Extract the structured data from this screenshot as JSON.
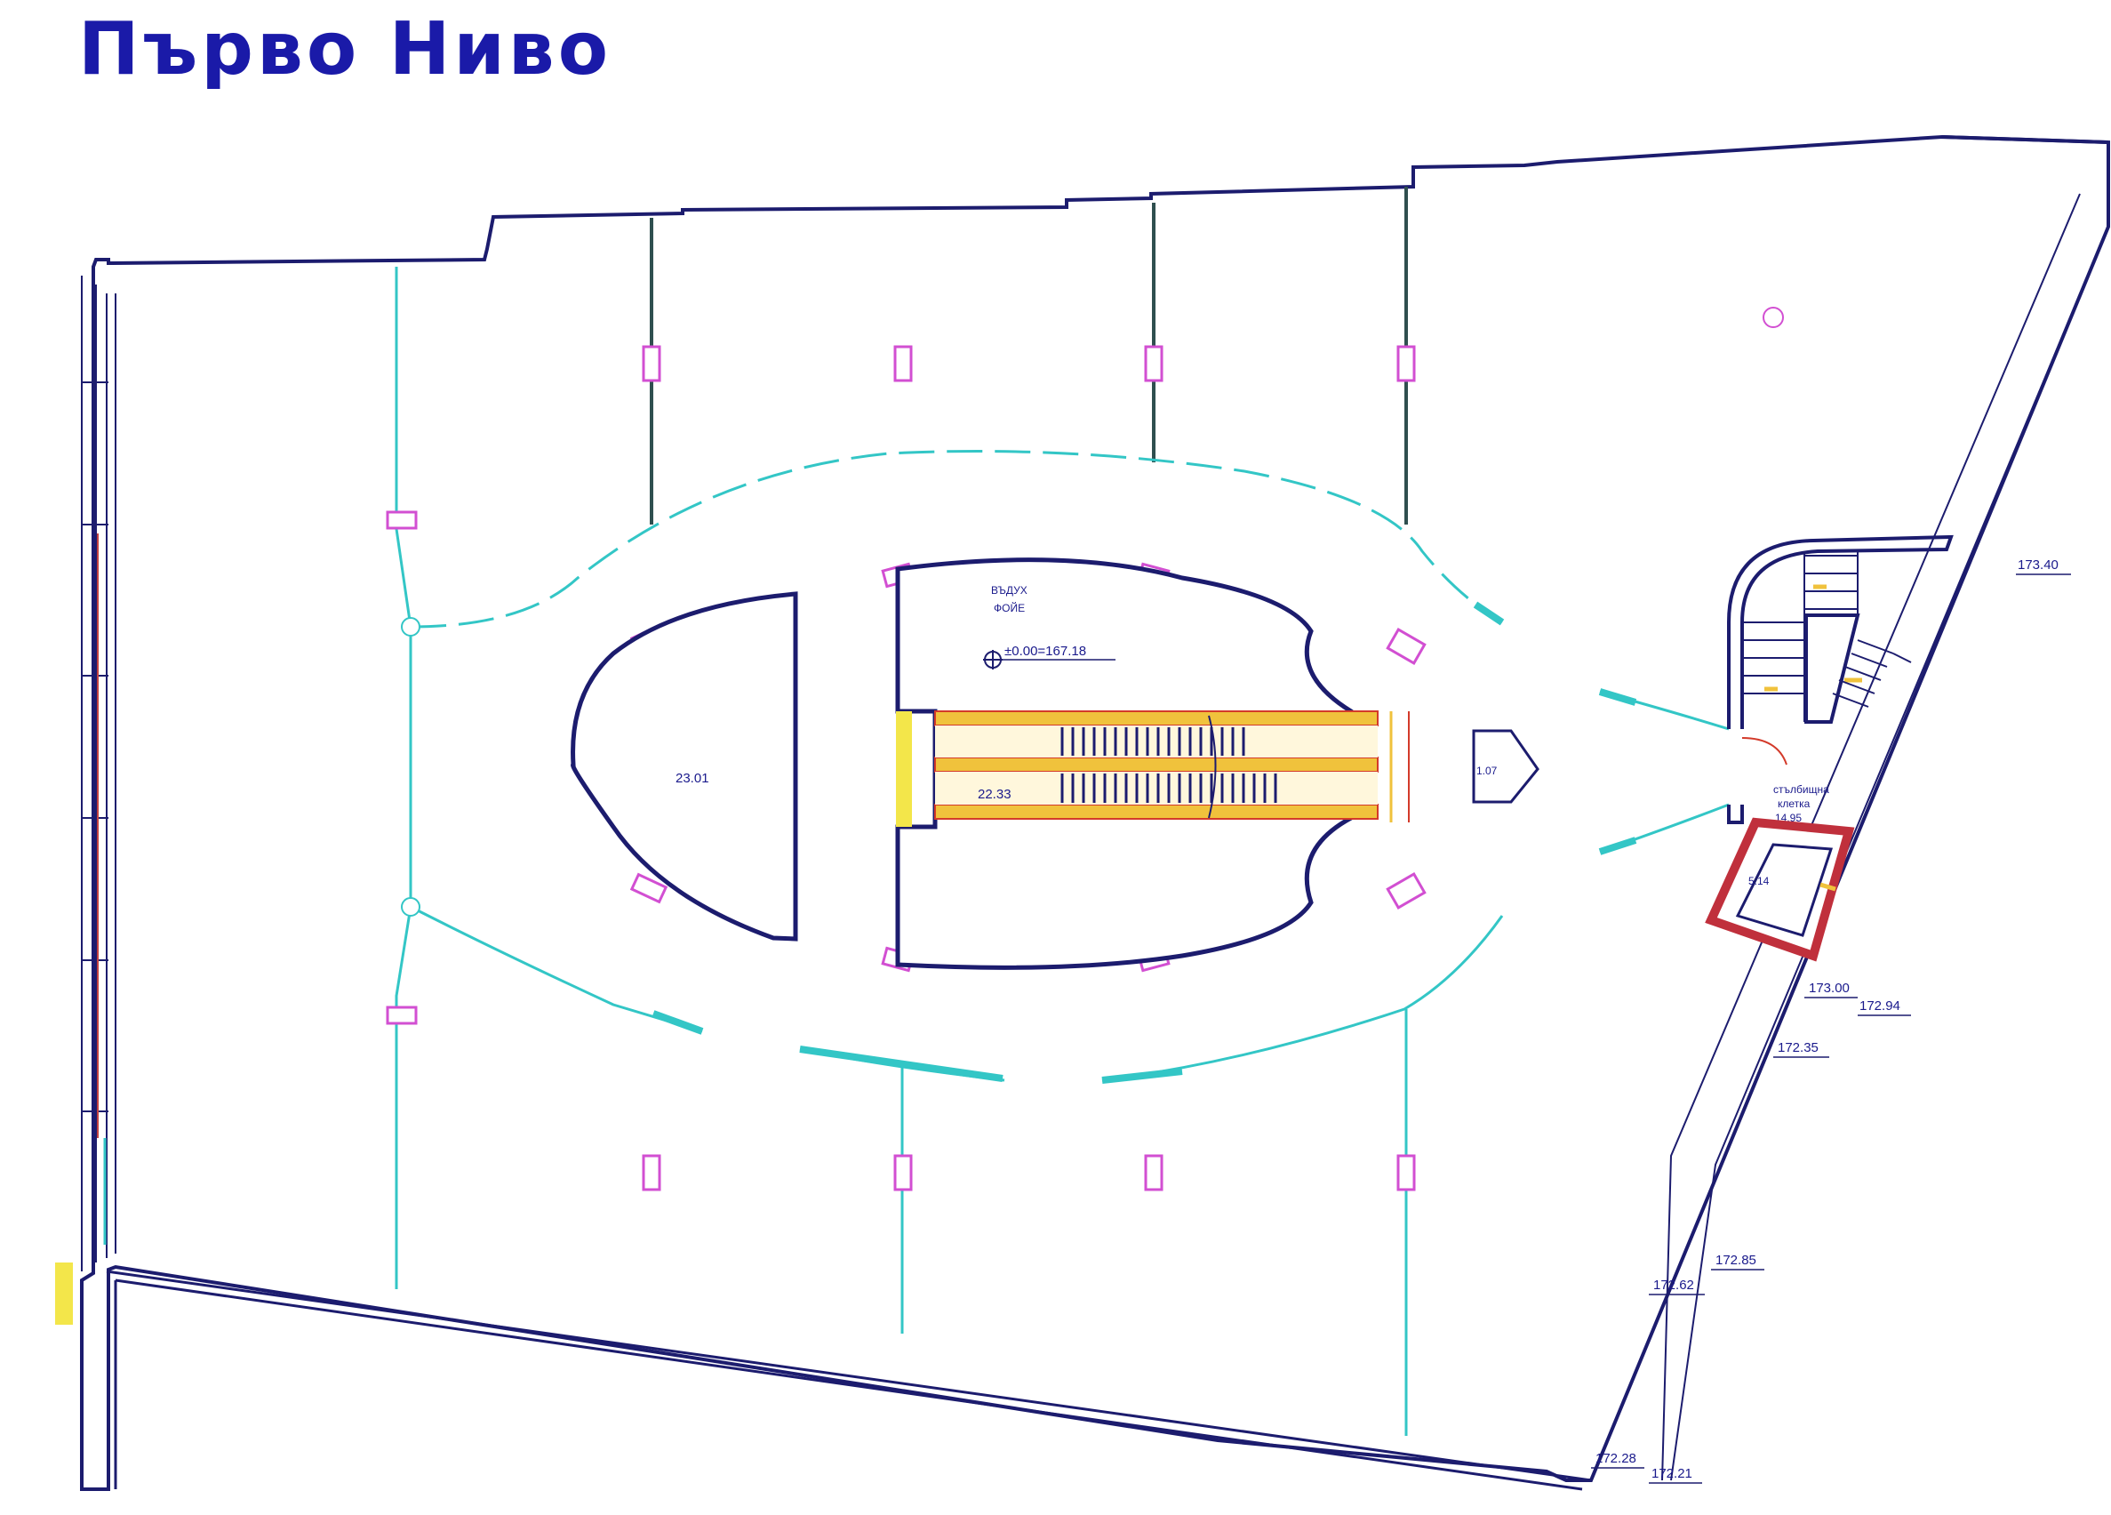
{
  "title": "Първо Ниво",
  "labels": {
    "foyer_line1": "ВЪДУХ",
    "foyer_line2": "ФОЙЕ",
    "level_mark": "±0.00=167.18",
    "hall_area": "23.01",
    "escalator_area": "22.33",
    "kiosk": "1.07",
    "stair_line1": "стълбищна",
    "stair_line2": "клетка",
    "stair_area": "14.95",
    "shaft_area": "5.14"
  },
  "elevations": [
    "173.40",
    "173.00",
    "172.94",
    "172.35",
    "172.85",
    "172.62",
    "172.28",
    "172.21"
  ],
  "colors": {
    "outline": "#1c1c6e",
    "partition": "#2f4f4f",
    "cyan": "#33c6c6",
    "column": "#d24fd2",
    "escalator": "#f0c23c",
    "escalator_red": "#d33a2a",
    "title": "#1a1aa8",
    "yellow_mark": "#f3e64a"
  }
}
